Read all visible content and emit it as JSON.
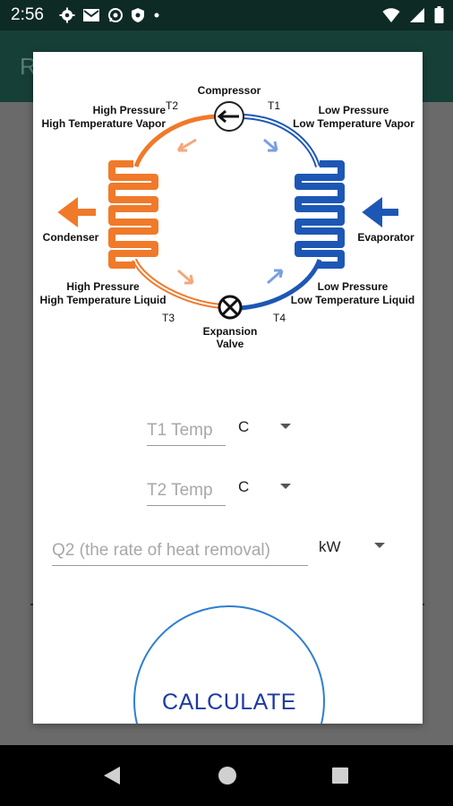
{
  "status_bar": {
    "time": "2:56",
    "left_icons": [
      "gear-icon",
      "gmail-icon",
      "whatsapp-icon",
      "shield-icon",
      "dot-icon"
    ],
    "right_icons": [
      "wifi-icon",
      "signal-icon",
      "battery-icon"
    ]
  },
  "app_bar": {
    "title_partial": "R"
  },
  "diagram": {
    "labels": {
      "compressor": "Compressor",
      "t1": "T1",
      "t2": "T2",
      "t3": "T3",
      "t4": "T4",
      "hp_vapor_line1": "High Pressure",
      "hp_vapor_line2": "High Temperature Vapor",
      "lp_vapor_line1": "Low Pressure",
      "lp_vapor_line2": "Low Temperature Vapor",
      "condenser": "Condenser",
      "evaporator": "Evaporator",
      "hp_liquid_line1": "High Pressure",
      "hp_liquid_line2": "High Temperature Liquid",
      "lp_liquid_line1": "Low Pressure",
      "lp_liquid_line2": "Low Temperature Liquid",
      "valve_line1": "Expansion",
      "valve_line2": "Valve"
    },
    "colors": {
      "hot": "#f07a2a",
      "cold": "#1d57b5"
    }
  },
  "form": {
    "t1": {
      "placeholder": "T1 Temp",
      "unit": "C"
    },
    "t2": {
      "placeholder": "T2 Temp",
      "unit": "C"
    },
    "q2": {
      "placeholder": "Q2 (the rate of heat removal)",
      "unit": "kW"
    }
  },
  "calculate_label": "CALCULATE",
  "nav": [
    "back-icon",
    "home-icon",
    "recents-icon"
  ]
}
